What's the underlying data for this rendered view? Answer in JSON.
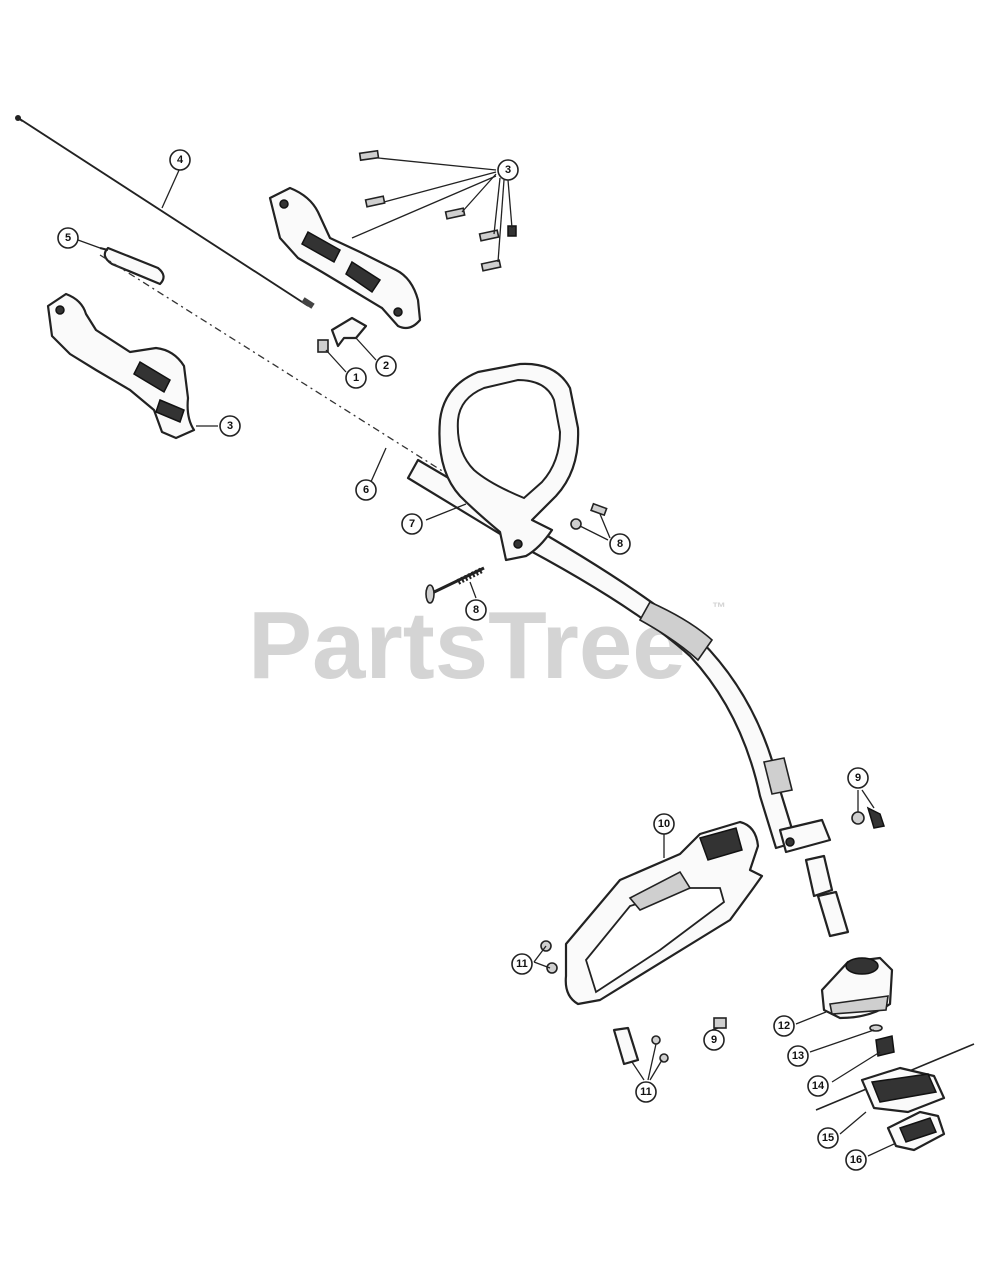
{
  "watermark": {
    "text": "PartsTree",
    "tm": "™",
    "color": "#d4d4d4"
  },
  "callouts": [
    "1",
    "2",
    "3",
    "3",
    "4",
    "5",
    "6",
    "7",
    "8",
    "8",
    "9",
    "9",
    "10",
    "11",
    "11",
    "12",
    "13",
    "14",
    "15",
    "16"
  ],
  "icons": {
    "fastener": "screw-icon",
    "nut": "nut-icon"
  }
}
